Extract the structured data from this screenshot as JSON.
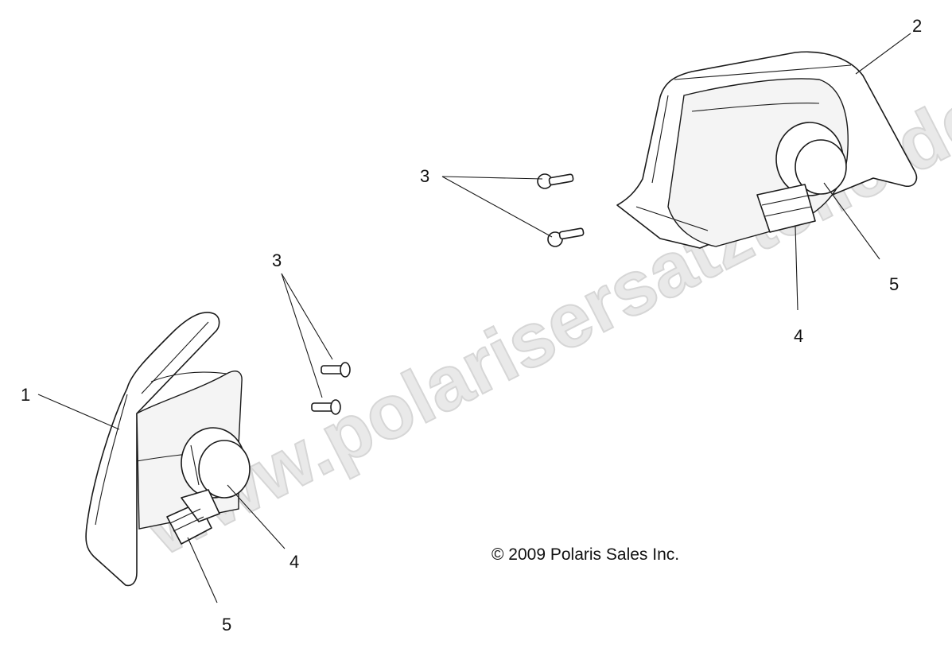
{
  "diagram": {
    "callouts": {
      "left_housing": "1",
      "right_housing": "2",
      "screws_right": "3",
      "screws_left": "3",
      "connector_right": "4",
      "bulb_right": "5",
      "bulb_left": "4",
      "connector_left": "5"
    },
    "copyright": "© 2009 Polaris Sales Inc.",
    "watermark": "www.polarisersatzteile.de"
  }
}
